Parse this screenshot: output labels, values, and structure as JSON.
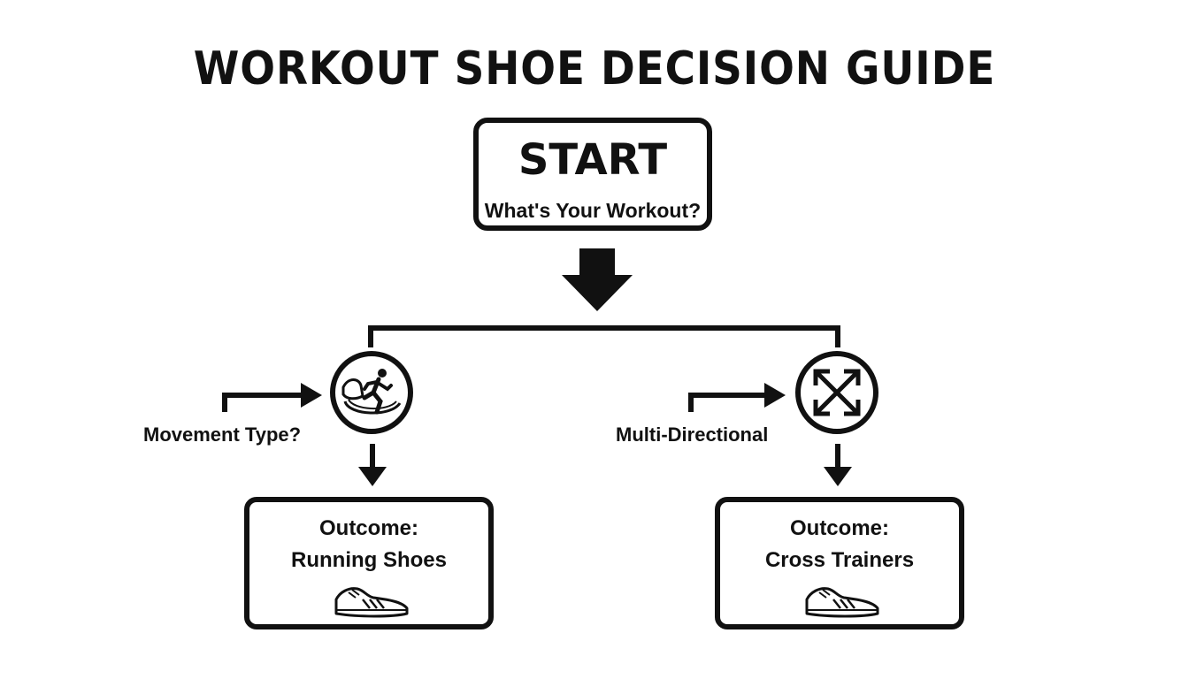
{
  "title": "WORKOUT SHOE DECISION GUIDE",
  "start": {
    "heading": "START",
    "question": "What's Your Workout?"
  },
  "branches": [
    {
      "label": "Movement Type?",
      "icon": "runner-icon",
      "outcome_line1": "Outcome:",
      "outcome_line2": "Running Shoes",
      "outcome_icon": "running-shoe-icon"
    },
    {
      "label": "Multi-Directional",
      "icon": "multi-direction-arrows-icon",
      "outcome_line1": "Outcome:",
      "outcome_line2": "Cross Trainers",
      "outcome_icon": "cross-trainer-shoe-icon"
    }
  ],
  "colors": {
    "stroke": "#111111",
    "background": "#ffffff"
  }
}
